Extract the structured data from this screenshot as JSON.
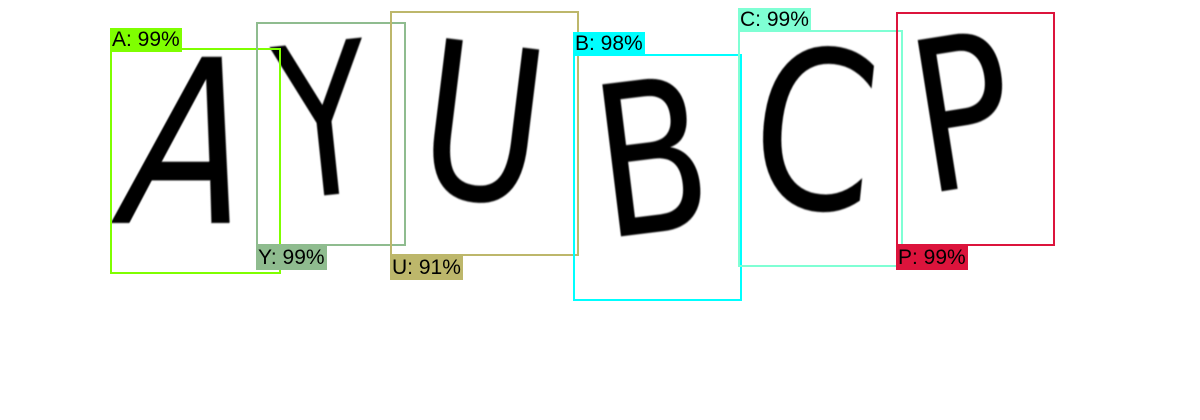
{
  "detections": [
    {
      "char": "A",
      "label": "A: 99%",
      "color": "#7fff00"
    },
    {
      "char": "Y",
      "label": "Y: 99%",
      "color": "#8fbc8f"
    },
    {
      "char": "U",
      "label": "U: 91%",
      "color": "#bdb76b"
    },
    {
      "char": "B",
      "label": "B: 98%",
      "color": "#00ffff"
    },
    {
      "char": "C",
      "label": "C: 99%",
      "color": "#7fffd4"
    },
    {
      "char": "P",
      "label": "P: 99%",
      "color": "#dc143c"
    }
  ]
}
